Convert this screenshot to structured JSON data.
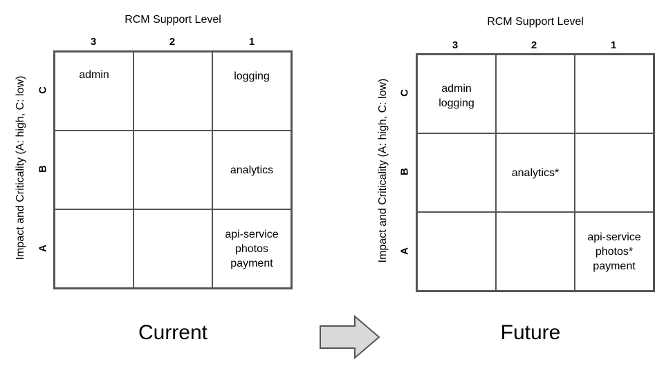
{
  "current": {
    "x_axis_title": "RCM Support Level",
    "y_axis_title": "Impact and Criticality (A: high, C: low)",
    "columns": [
      "3",
      "2",
      "1"
    ],
    "rows": [
      "C",
      "B",
      "A"
    ],
    "cells": [
      [
        "admin",
        "",
        "logging"
      ],
      [
        "",
        "",
        "analytics"
      ],
      [
        "",
        "",
        "api-service\nphotos\npayment"
      ]
    ],
    "caption": "Current"
  },
  "future": {
    "x_axis_title": "RCM Support Level",
    "y_axis_title": "Impact and Criticality (A: high, C: low)",
    "columns": [
      "3",
      "2",
      "1"
    ],
    "rows": [
      "C",
      "B",
      "A"
    ],
    "cells": [
      [
        "admin\nlogging",
        "",
        ""
      ],
      [
        "",
        "analytics*",
        ""
      ],
      [
        "",
        "",
        "api-service\nphotos*\npayment"
      ]
    ],
    "caption": "Future"
  },
  "arrow_icon": "right-arrow-icon"
}
